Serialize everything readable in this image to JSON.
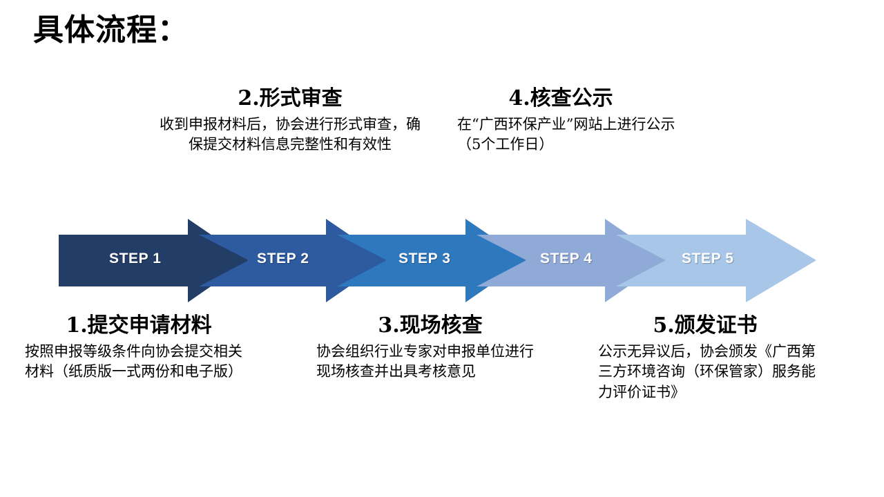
{
  "page": {
    "title": "具体流程："
  },
  "colors": {
    "background": "#ffffff",
    "text": "#000000",
    "step1": "#233E66",
    "step2": "#2E5AA0",
    "step3": "#2E78BE",
    "step4": "#8FAAD6",
    "step5": "#A8C7E8",
    "step_label_text": "#ffffff"
  },
  "flow": {
    "steps": [
      {
        "index": 1,
        "band_label": "STEP 1",
        "color": "#233E66",
        "heading": "1.提交申请材料",
        "body": "按照申报等级条件向协会提交相关材料（纸质版一式两份和电子版）",
        "position": "below"
      },
      {
        "index": 2,
        "band_label": "STEP 2",
        "color": "#2E5AA0",
        "heading": "2.形式审查",
        "body": "收到申报材料后，协会进行形式审查，确保提交材料信息完整性和有效性",
        "position": "above"
      },
      {
        "index": 3,
        "band_label": "STEP 3",
        "color": "#2E78BE",
        "heading": "3.现场核查",
        "body": "协会组织行业专家对申报单位进行现场核查并出具考核意见",
        "position": "below"
      },
      {
        "index": 4,
        "band_label": "STEP 4",
        "color": "#8FAAD6",
        "heading": "4.核查公示",
        "body": "在“广西环保产业”网站上进行公示（5个工作日）",
        "position": "above"
      },
      {
        "index": 5,
        "band_label": "STEP 5",
        "color": "#A8C7E8",
        "heading": "5.颁发证书",
        "body": "公示无异议后，协会颁发《广西第三方环境咨询（环保管家）服务能力评价证书》",
        "position": "below"
      }
    ]
  }
}
